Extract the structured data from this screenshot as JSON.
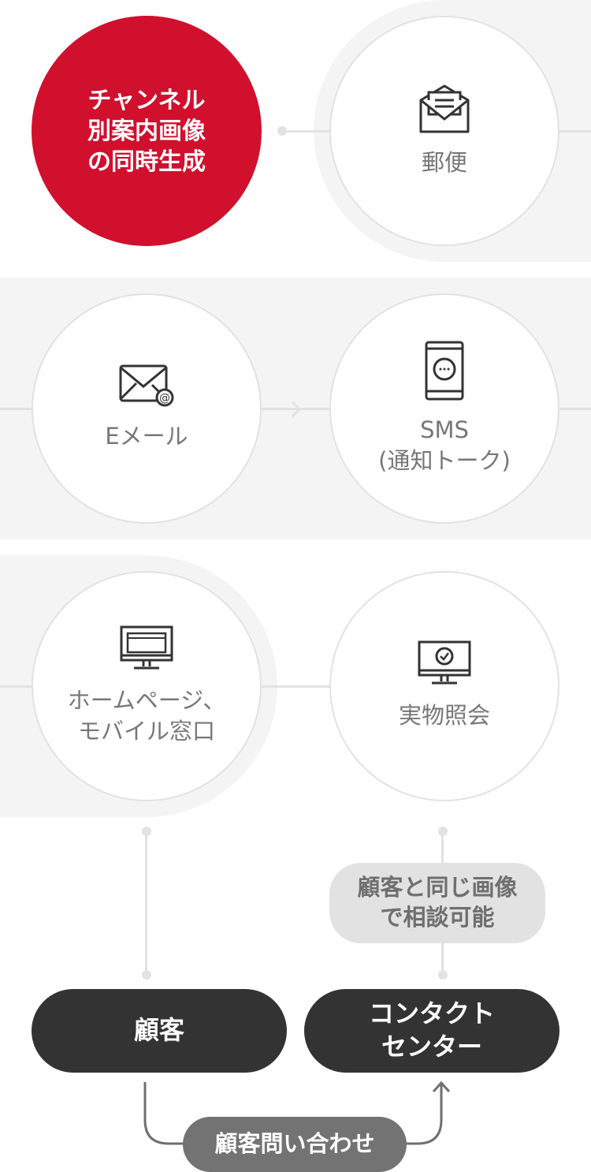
{
  "hub": {
    "label_lines": [
      "チャンネル",
      "別案内画像",
      "の同時生成"
    ]
  },
  "channels": [
    {
      "label_lines": [
        "郵便"
      ],
      "icon": "open-envelope-icon"
    },
    {
      "label_lines": [
        "Eメール"
      ],
      "icon": "email-at-icon"
    },
    {
      "label_lines": [
        "SMS",
        "(通知トーク)"
      ],
      "icon": "smartphone-chat-icon"
    },
    {
      "label_lines": [
        "ホームページ、",
        "モバイル窓口"
      ],
      "icon": "browser-monitor-icon"
    },
    {
      "label_lines": [
        "実物照会"
      ],
      "icon": "monitor-check-icon"
    }
  ],
  "note": {
    "label_lines": [
      "顧客と同じ画像",
      "で相談可能"
    ]
  },
  "customer": {
    "label": "顧客"
  },
  "contact_center": {
    "label_lines": [
      "コンタクト",
      "センター"
    ]
  },
  "inquiry": {
    "label": "顧客問い合わせ"
  },
  "colors": {
    "accent": "#d0102d",
    "dark": "#333333",
    "band": "#f4f4f4",
    "line": "#e2e2e2"
  }
}
